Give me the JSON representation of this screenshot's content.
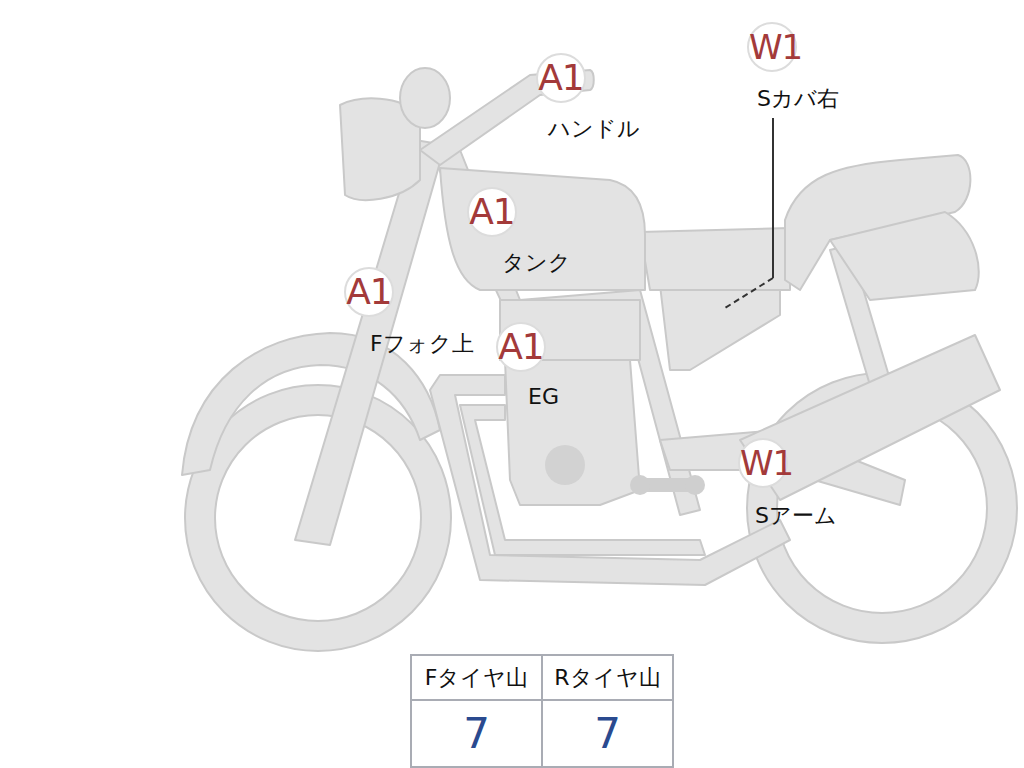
{
  "diagram": {
    "nodes": [
      {
        "text": [
          "A1",
          "ハンドル"
        ]
      },
      {
        "text": [
          "W1",
          "Sカバ右"
        ]
      },
      {
        "text": [
          "A1",
          "タンク"
        ]
      },
      {
        "text": [
          "A1",
          "Fフォク上"
        ]
      },
      {
        "text": [
          "A1",
          "EG"
        ]
      },
      {
        "text": [
          "W1",
          "Sアーム"
        ]
      }
    ],
    "labels": [
      "Fタイヤ山",
      "Rタイヤ山",
      "7",
      "7"
    ]
  }
}
